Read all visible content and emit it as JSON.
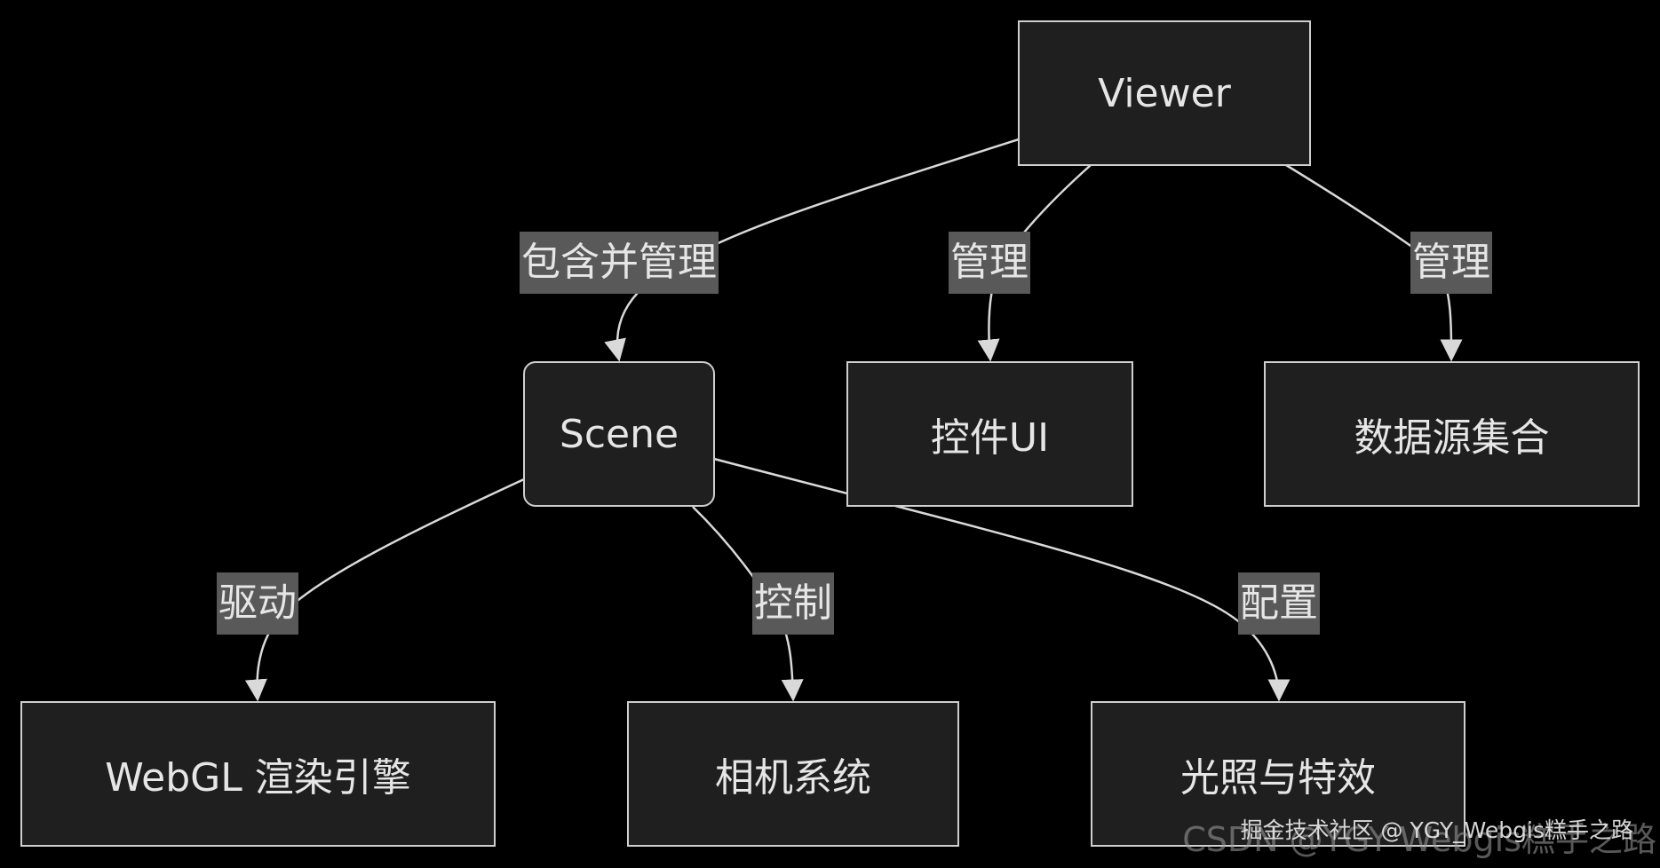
{
  "nodes": {
    "viewer": "Viewer",
    "scene": "Scene",
    "controls_ui": "控件UI",
    "datasources": "数据源集合",
    "webgl": "WebGL 渲染引擎",
    "camera": "相机系统",
    "lighting": "光照与特效"
  },
  "edges": {
    "viewer_scene": "包含并管理",
    "viewer_controls": "管理",
    "viewer_datasources": "管理",
    "scene_webgl": "驱动",
    "scene_camera": "控制",
    "scene_lighting": "配置"
  },
  "watermark": {
    "front": "掘金技术社区 @ YGY_Webgis糕手之路",
    "back": "CSDN @YGY Webgis糕手之路"
  },
  "colors": {
    "background": "#000000",
    "node_fill": "#1f1f1f",
    "node_stroke": "#cfcfcf",
    "edge_stroke": "#d9d9d9",
    "label_fill": "#595959",
    "text": "#e6e6e6"
  }
}
